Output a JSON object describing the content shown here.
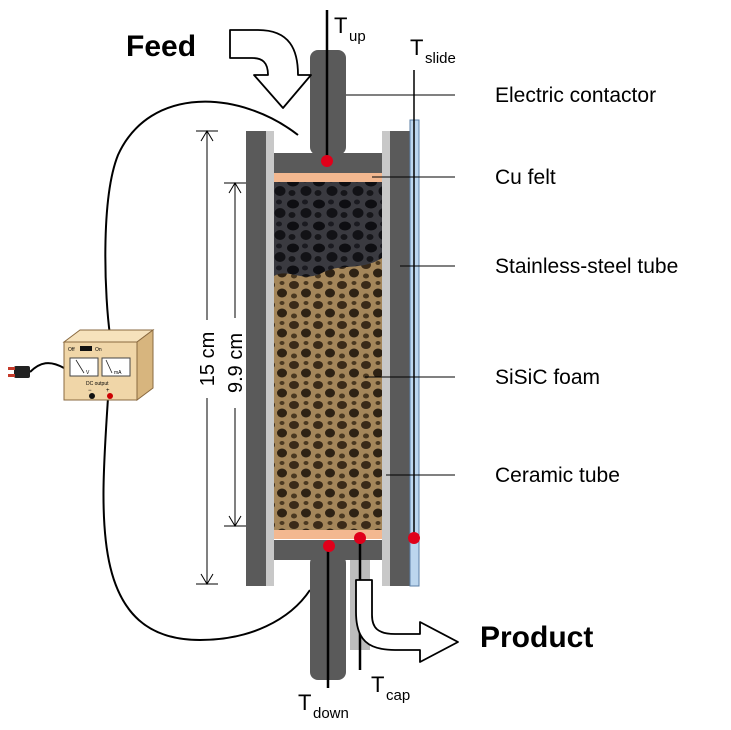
{
  "labels": {
    "feed": "Feed",
    "product": "Product"
  },
  "components": [
    "Electric contactor",
    "Cu felt",
    "Stainless-steel tube",
    "SiSiC foam",
    "Ceramic tube"
  ],
  "thermocouples": {
    "up": {
      "main": "T",
      "sub": "up"
    },
    "slide": {
      "main": "T",
      "sub": "slide"
    },
    "down": {
      "main": "T",
      "sub": "down"
    },
    "cap": {
      "main": "T",
      "sub": "cap"
    }
  },
  "dimensions": {
    "outer": "15 cm",
    "inner": "9.9 cm"
  },
  "power_supply": {
    "switch_off": "Off",
    "switch_on": "On",
    "meter_left_unit": "V",
    "meter_right_unit": "mA",
    "output_label": "DC output",
    "terminal_minus": "−",
    "terminal_plus": "+"
  },
  "colors": {
    "steel": "#5a5a5a",
    "ceramic": "#c8c8c8",
    "cu_felt": "#f3b890",
    "thermocouple_tip": "#e0001a",
    "foam_top": "#2a2a2e",
    "foam_bottom": "#8a6a40",
    "slide": "#bcd6ee",
    "box": "#f0d6a8"
  }
}
